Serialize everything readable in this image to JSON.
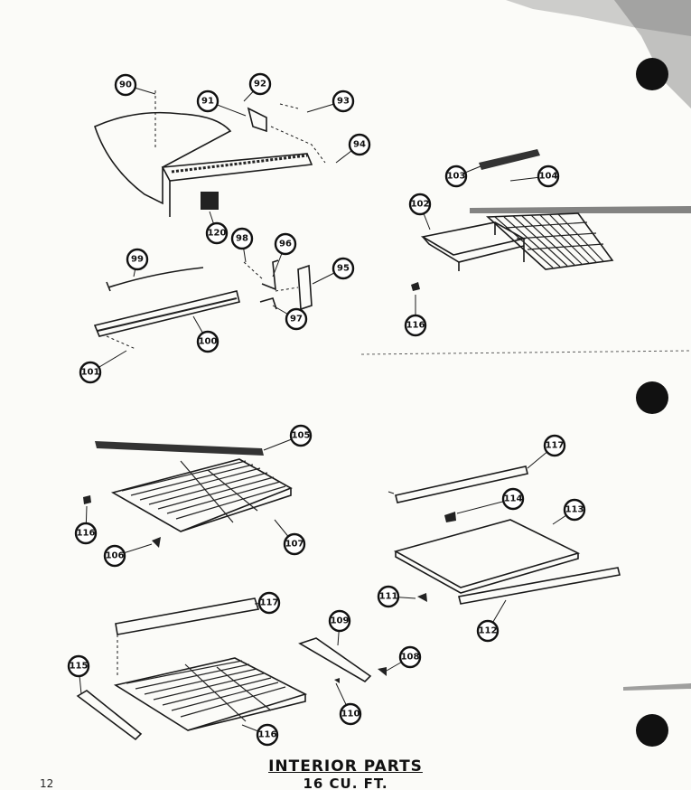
{
  "title": "INTERIOR PARTS",
  "subtitle": "16 CU. FT.",
  "page_number": "12",
  "callouts": [
    "90",
    "91",
    "92",
    "93",
    "94",
    "120",
    "103",
    "104",
    "102",
    "98",
    "96",
    "99",
    "95",
    "97",
    "100",
    "101",
    "116",
    "105",
    "117",
    "114",
    "113",
    "116",
    "106",
    "107",
    "111",
    "112",
    "117",
    "108",
    "115",
    "109",
    "110",
    "116"
  ]
}
